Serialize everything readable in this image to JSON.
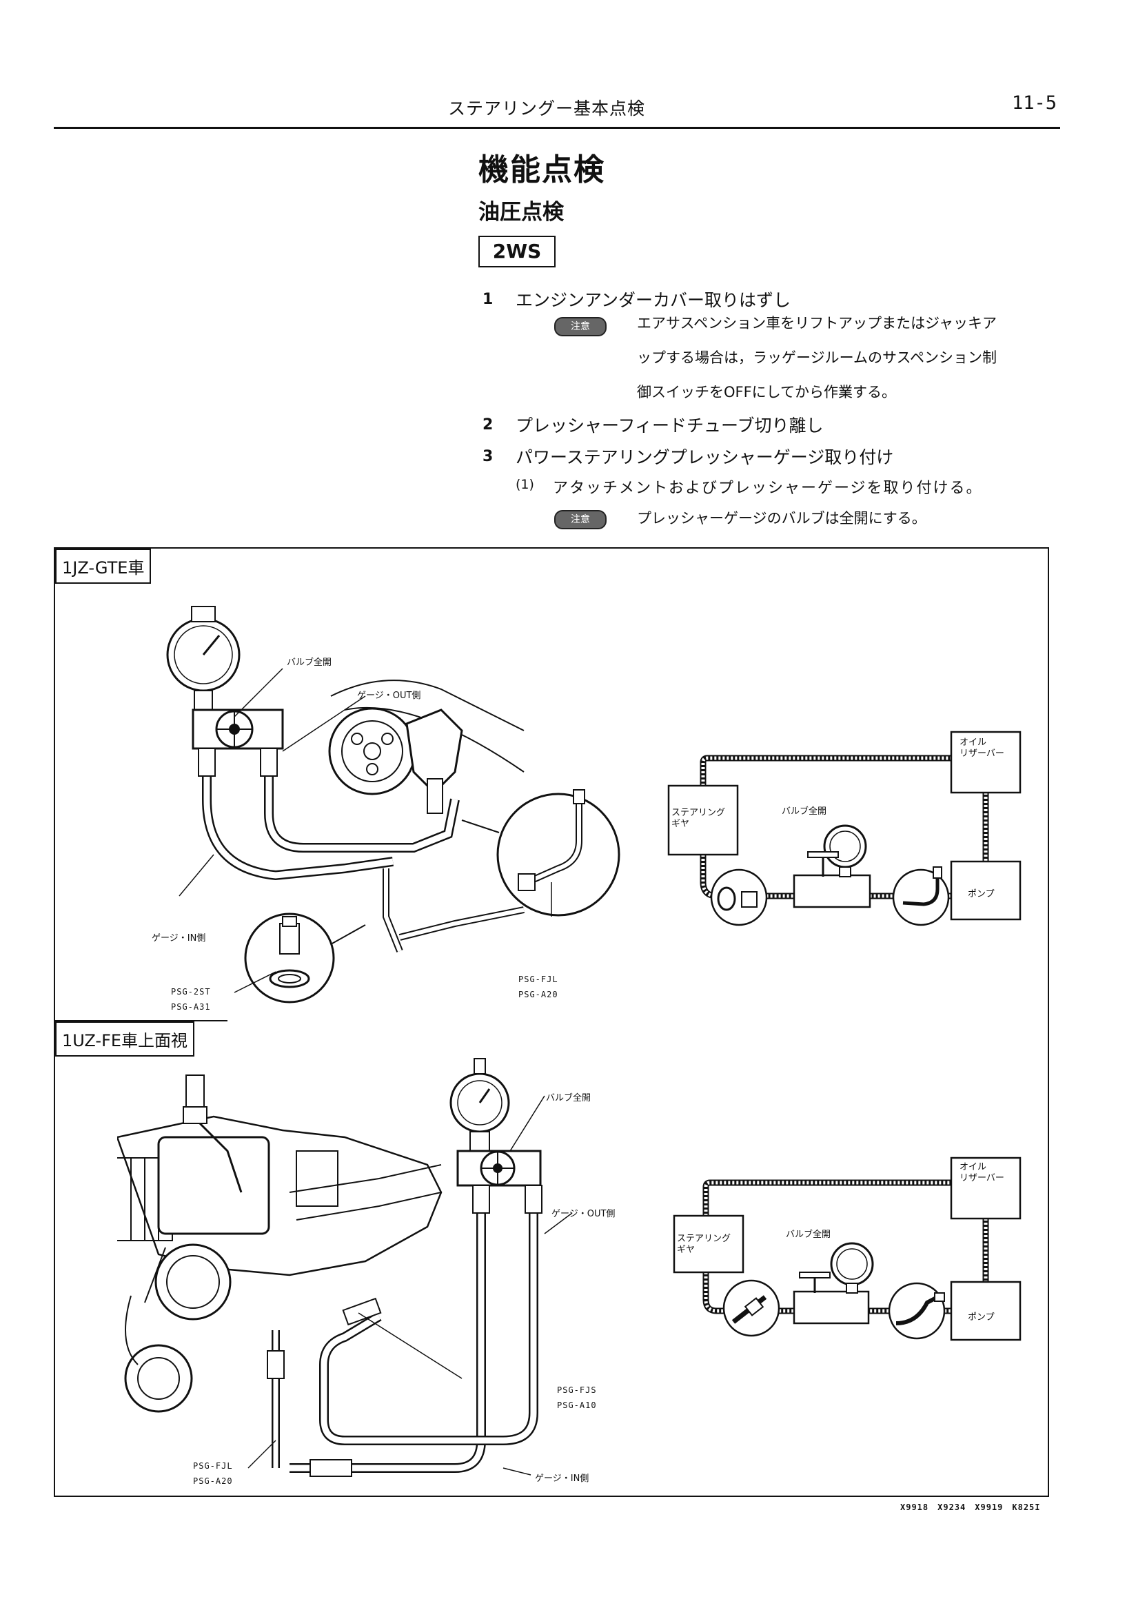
{
  "header": {
    "title": "ステアリングー基本点検",
    "page_number": "11-5"
  },
  "section": {
    "title": "機能点検",
    "subtitle": "油圧点検",
    "badge": "2WS"
  },
  "steps": [
    {
      "num": "1",
      "text": "エンジンアンダーカバー取りはずし"
    },
    {
      "num": "2",
      "text": "プレッシャーフィードチューブ切り離し"
    },
    {
      "num": "3",
      "text": "パワーステアリングプレッシャーゲージ取り付け"
    }
  ],
  "caution_label": "注意",
  "caution_1": [
    "エアサスペンション車をリフトアップまたはジャッキア",
    "ップする場合は，ラッゲージルームのサスペンション制",
    "御スイッチをOFFにしてから作業する。"
  ],
  "substep": {
    "num": "(1)",
    "text": "アタッチメントおよびプレッシャーゲージを取り付ける。"
  },
  "caution_2": "プレッシャーゲージのバルブは全開にする。",
  "figure1": {
    "label": "1JZ-GTE車",
    "valve_open": "バルブ全開",
    "gauge_out": "ゲージ・OUT側",
    "gauge_in": "ゲージ・IN側",
    "psg_2st": "PSG-2ST",
    "psg_a31": "PSG-A31",
    "psg_fjl": "PSG-FJL",
    "psg_a20": "PSG-A20"
  },
  "figure2": {
    "label": "1UZ-FE車上面視",
    "valve_open": "バルブ全開",
    "gauge_out": "ゲージ・OUT側",
    "gauge_in": "ゲージ・IN側",
    "psg_fjs": "PSG-FJS",
    "psg_a10": "PSG-A10",
    "psg_fjl": "PSG-FJL",
    "psg_a20": "PSG-A20"
  },
  "schematic": {
    "reservoir_1": "オイル",
    "reservoir_2": "リザーバー",
    "gear_1": "ステアリング",
    "gear_2": "ギヤ",
    "valve_open": "バルブ全開",
    "pump": "ポンプ"
  },
  "figure_codes": "X9918　X9234　X9919　K825I"
}
